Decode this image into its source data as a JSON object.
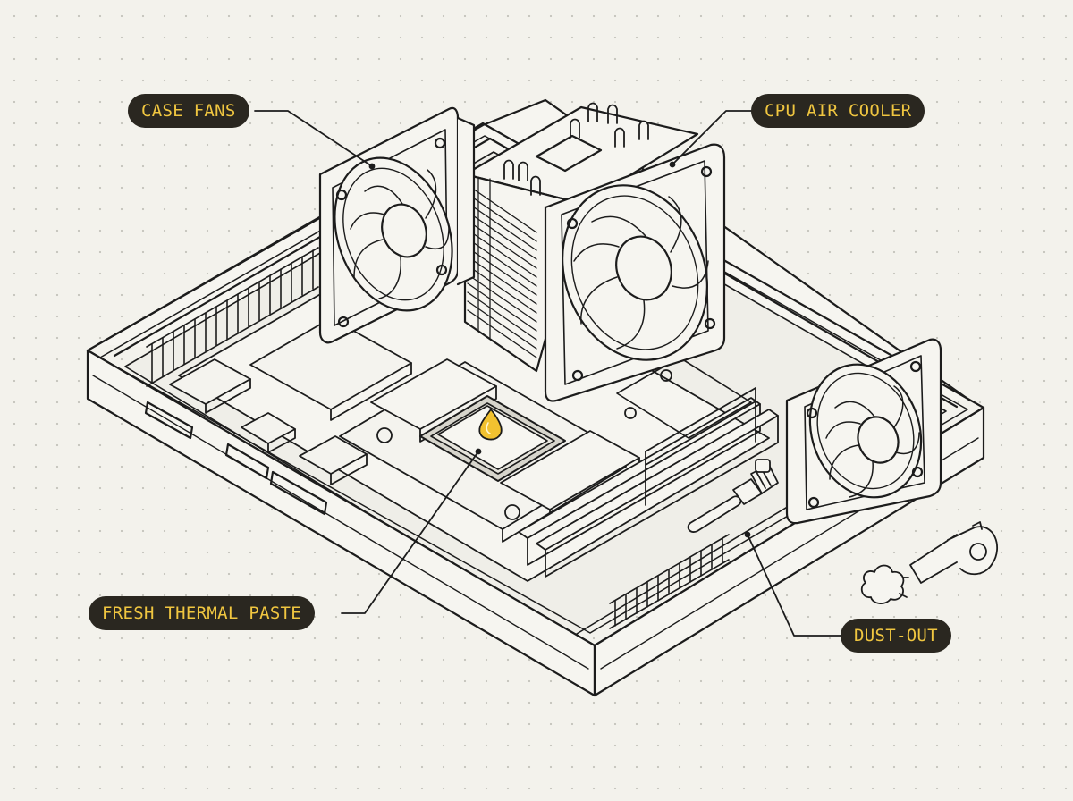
{
  "labels": {
    "case_fans": "CASE FANS",
    "cpu_air_cooler": "CPU AIR COOLER",
    "fresh_thermal_paste": "FRESH THERMAL PASTE",
    "dust_out": "DUST-OUT"
  },
  "colors": {
    "background": "#f3f2ec",
    "ink": "#1c1c1c",
    "label_background": "#2a2720",
    "label_text": "#f0c640",
    "highlight": "#f2c230"
  },
  "icons": [
    "fan-icon",
    "heatsink-icon",
    "thermal-paste-drop-icon",
    "air-blower-icon",
    "brush-icon",
    "dust-puff-icon"
  ]
}
